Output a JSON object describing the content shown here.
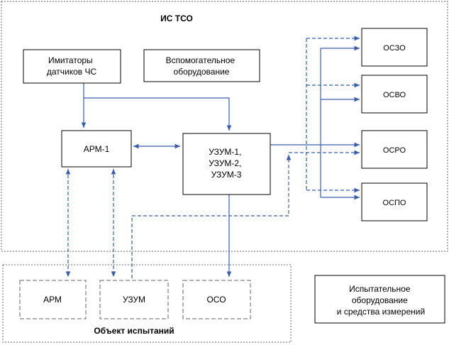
{
  "colors": {
    "line": "#3a5ea8",
    "box_border": "#000000",
    "dashed_border": "#666666",
    "background": "#ffffff"
  },
  "diagram": {
    "system_title": "ИС ТСО",
    "object_title": "Объект испытаний",
    "blocks": {
      "imitators": [
        "Имитаторы",
        "датчиков ЧС"
      ],
      "auxiliary": [
        "Вспомогательное",
        "оборудование"
      ],
      "arm1": [
        "АРМ-1"
      ],
      "uzum": [
        "УЗУМ-1,",
        "УЗУМ-2,",
        "УЗУМ-3"
      ],
      "oszo": [
        "ОСЗО"
      ],
      "osvo": [
        "ОСВО"
      ],
      "osro": [
        "ОСРО"
      ],
      "ospo": [
        "ОСПО"
      ],
      "arm": [
        "АРМ"
      ],
      "uzum_obj": [
        "УЗУМ"
      ],
      "oso": [
        "ОСО"
      ],
      "test_equipment": [
        "Испытательное",
        "оборудование",
        "и средства измерений"
      ]
    }
  }
}
